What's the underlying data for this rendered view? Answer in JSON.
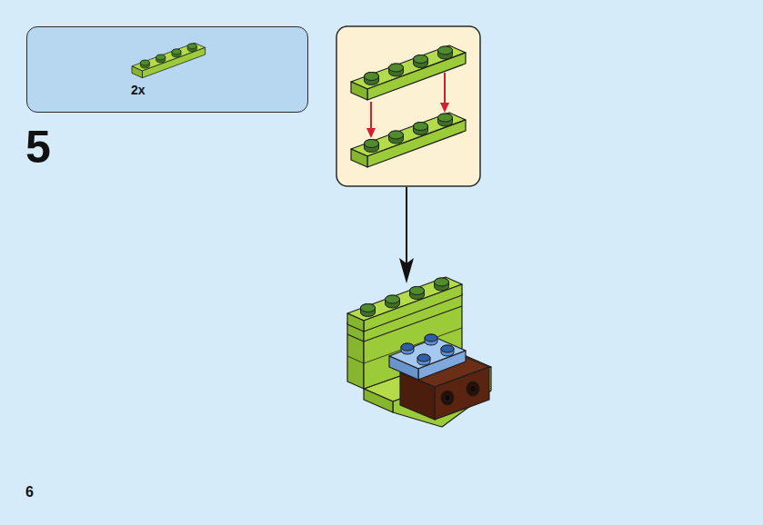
{
  "diagram": {
    "nodes": [
      {
        "text": [
          "2x"
        ]
      }
    ],
    "labels": [
      "5",
      "6"
    ]
  }
}
